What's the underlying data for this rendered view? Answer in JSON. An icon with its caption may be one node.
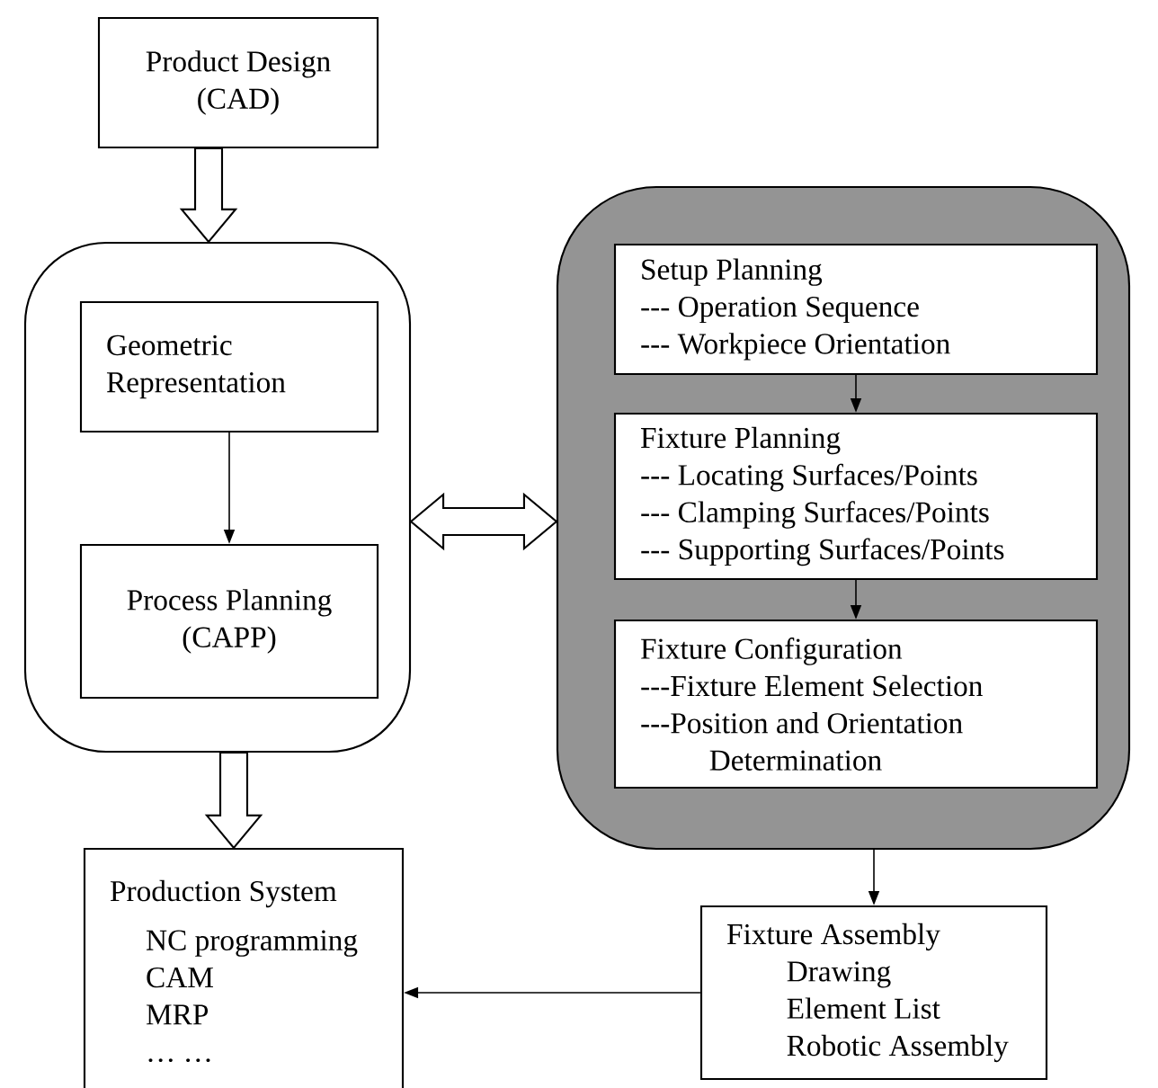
{
  "diagram": {
    "nodes": [
      {
        "text": [
          "Product Design (CAD)"
        ]
      },
      {
        "text": [],
        "shape": "box"
      },
      {
        "text": [
          "Geometric Representation"
        ],
        "in": 1
      },
      {
        "text": [
          "Process Planning (CAPP)"
        ],
        "in": 1
      },
      {
        "text": [],
        "shape": "box"
      },
      {
        "text": [
          "Setup Planning",
          "--- Operation Sequence",
          "--- Workpiece Orientation"
        ],
        "in": 4
      },
      {
        "text": [
          "Fixture Planning",
          "--- Locating Surfaces/Points",
          "--- Clamping Surfaces/Points",
          "--- Supporting Surfaces/Points"
        ],
        "in": 4
      },
      {
        "text": [
          "Fixture Configuration",
          "---Fixture Element Selection",
          "---Position and Orientation Determination"
        ],
        "in": 4
      },
      {
        "text": [
          "Production System",
          "NC programming",
          "CAM",
          "MRP",
          "… …"
        ]
      },
      {
        "text": [
          "Fixture Assembly",
          "Drawing",
          "Element List",
          "Robotic Assembly"
        ]
      }
    ],
    "edges": [
      {
        "from": 0,
        "to": 1,
        "arrow": "to",
        "style": "thick"
      },
      {
        "from": 2,
        "to": 3,
        "arrow": "to"
      },
      {
        "from": 1,
        "to": 4,
        "arrow": "both",
        "style": "thick"
      },
      {
        "from": 5,
        "to": 6,
        "arrow": "to"
      },
      {
        "from": 6,
        "to": 7,
        "arrow": "to"
      },
      {
        "from": 1,
        "to": 8,
        "arrow": "to",
        "style": "thick"
      },
      {
        "from": 4,
        "to": 9,
        "arrow": "to"
      },
      {
        "from": 9,
        "to": 8,
        "arrow": "to"
      }
    ]
  }
}
